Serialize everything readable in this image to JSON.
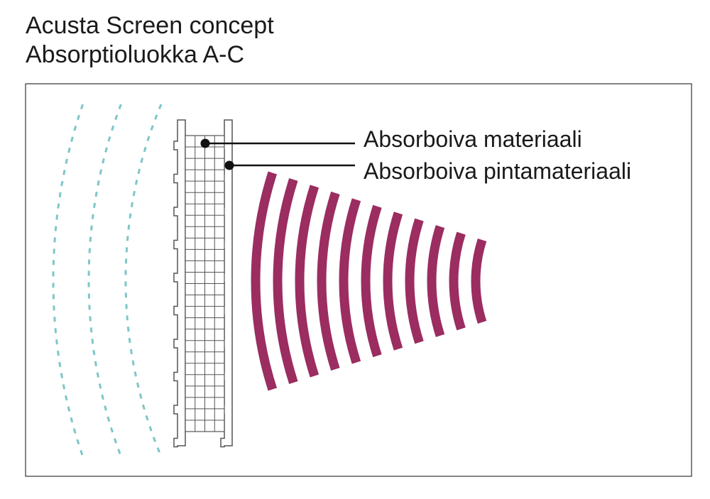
{
  "title": "Acusta Screen concept",
  "subtitle": "Absorptioluokka A-C",
  "labels": {
    "absorbing_material": "Absorboiva materiaali",
    "absorbing_surface_material": "Absorboiva pintamateriaali"
  },
  "colors": {
    "reflected_wave": "#9b2d60",
    "incoming_wave": "#7ec6c8",
    "panel_line": "#555555",
    "frame": "#333333"
  }
}
